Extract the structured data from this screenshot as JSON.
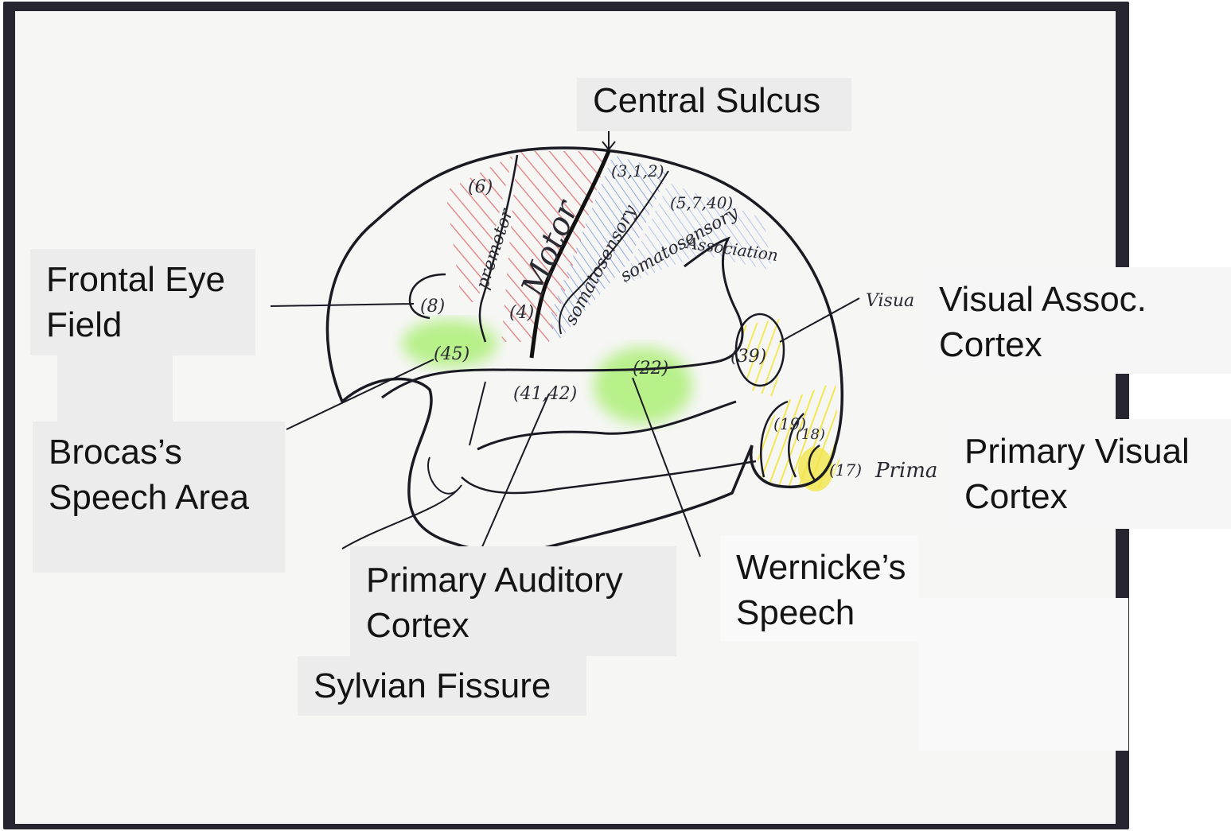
{
  "labels": {
    "central_sulcus": "Central Sulcus",
    "frontal_eye_field": [
      "Frontal Eye",
      "Field"
    ],
    "brocas_speech_area": [
      "Brocas’s",
      "Speech Area"
    ],
    "primary_auditory_cortex": [
      "Primary Auditory",
      "Cortex"
    ],
    "sylvian_fissure": "Sylvian Fissure",
    "wernickes_speech": [
      "Wernicke’s",
      "Speech"
    ],
    "visual_assoc_cortex": [
      "Visual Assoc.",
      "Cortex"
    ],
    "primary_visual_cortex": [
      "Primary Visual",
      "Cortex"
    ]
  },
  "sketch": {
    "area_6": "(6)",
    "area_312": "(3,1,2)",
    "area_5740": "(5,7,40)",
    "area_8": "(8)",
    "area_4": "(4)",
    "area_45": "(45)",
    "area_4142": "(41,42)",
    "area_22": "(22)",
    "area_39": "(39)",
    "area_19": "(19)",
    "area_18": "(18)",
    "area_17": "(17)",
    "premotor": "premotor",
    "motor": "Motor",
    "somatosensory": "somatosensory",
    "somatosensory_assoc_1": "somatosensory",
    "somatosensory_assoc_2": "Association",
    "primary_handwritten": "Prima",
    "visual_handwritten": "Visua"
  },
  "colors": {
    "frame": "#262530",
    "paper": "#f6f6f5",
    "label_fill": "#ececec",
    "premotor_hatch": "#e08080",
    "somatosensory_hatch": "#7f9be0",
    "speech_green": "#b8f08a",
    "visual_yellow": "#f2e64a",
    "ink": "#1a1a22"
  }
}
